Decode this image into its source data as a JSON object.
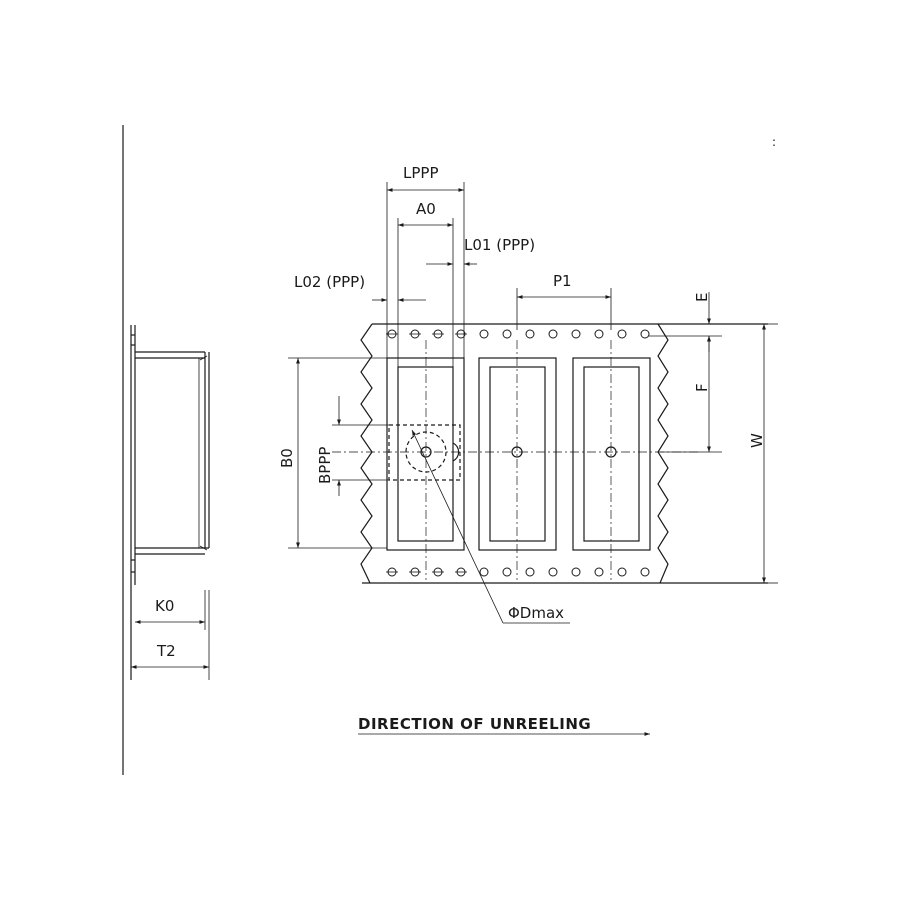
{
  "labels": {
    "lppp": "LPPP",
    "a0": "A0",
    "lo1": "L01 (PPP)",
    "lo2": "L02 (PPP)",
    "p1": "P1",
    "e": "E",
    "f": "F",
    "w": "W",
    "b0": "B0",
    "bppp": "BPPP",
    "k0": "K0",
    "t2": "T2",
    "dmax": "ΦDmax",
    "direction": "DIRECTION OF UNREELING"
  }
}
